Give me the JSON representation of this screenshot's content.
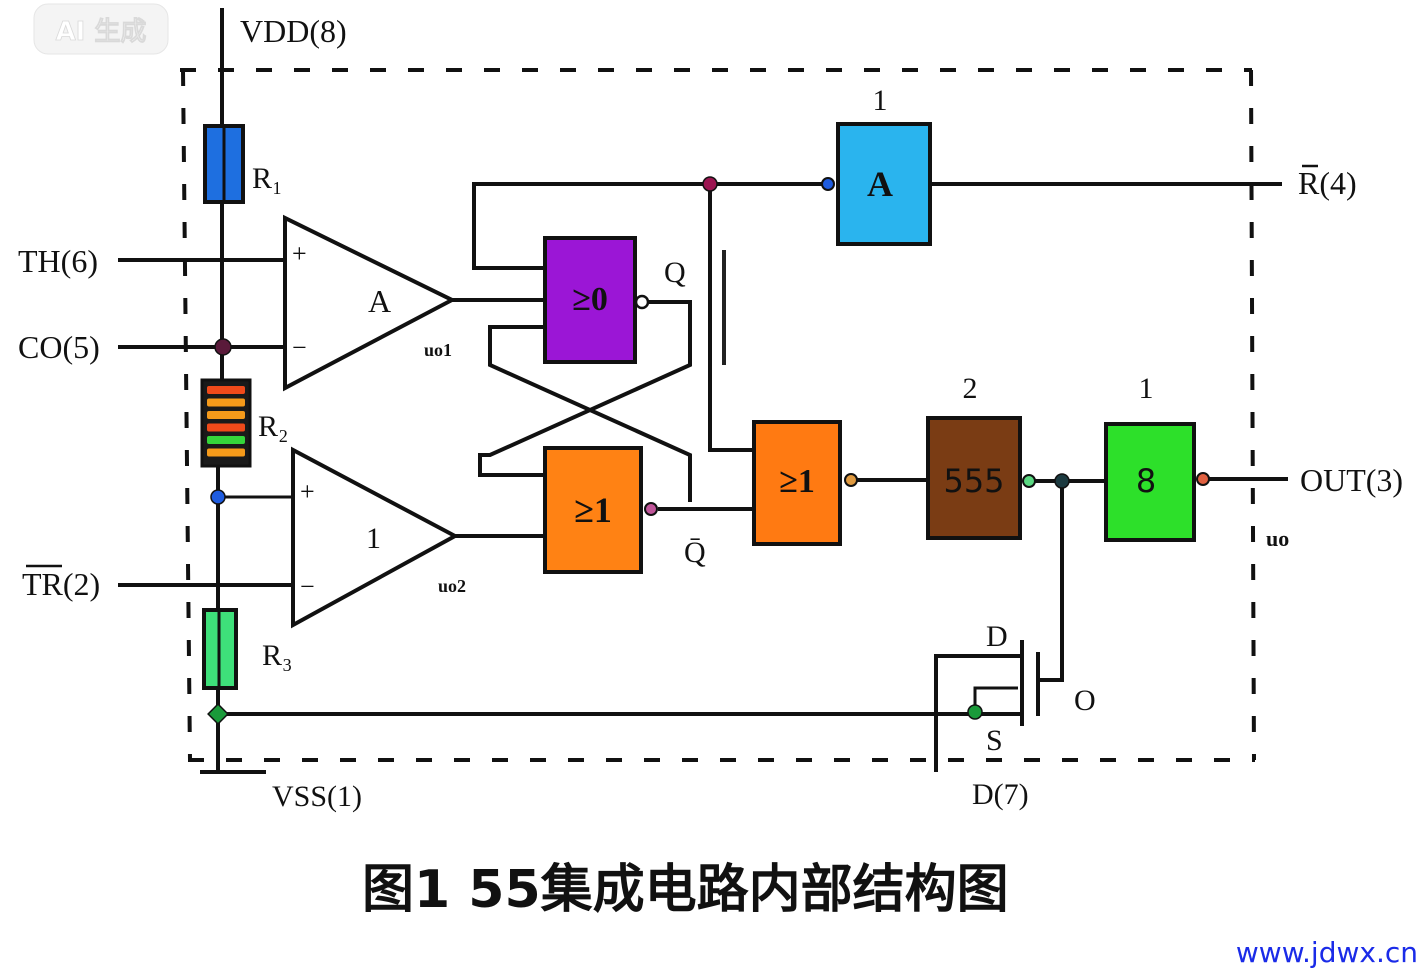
{
  "watermark": {
    "label": "AI 生成"
  },
  "pins": {
    "vdd": "VDD(8)",
    "th": "TH(6)",
    "co": "CO(5)",
    "tr": "TR(2)",
    "vss": "VSS(1)",
    "r_reset": "R(4)",
    "out": "OUT(3)",
    "discharge": "D(7)"
  },
  "resistors": [
    {
      "id": "R1",
      "label": "R₁",
      "color": "#1e6fe0"
    },
    {
      "id": "R2",
      "label": "R₂",
      "bands": [
        "#f04a1a",
        "#f59a1a",
        "#f59a1a",
        "#f04a1a",
        "#35d63a",
        "#f59a1a"
      ]
    },
    {
      "id": "R3",
      "label": "R₃",
      "color": "#3ee07a"
    }
  ],
  "comparators": [
    {
      "id": "upper",
      "label": "A",
      "plus": "+",
      "minus": "−",
      "output_label": "uo1"
    },
    {
      "id": "lower",
      "label": "1",
      "plus": "+",
      "minus": "−",
      "output_label": "uo2"
    }
  ],
  "gates": [
    {
      "id": "nor-upper",
      "label": "≥0",
      "color": "#9b16d6",
      "output_label": "Q"
    },
    {
      "id": "nor-lower",
      "label": "≥1",
      "color": "#ff8214",
      "output_label": "Q̄"
    },
    {
      "id": "nor-reset",
      "label": "≥1",
      "color": "#ff7a12"
    },
    {
      "id": "reset-buffer",
      "label": "A",
      "top_label": "1",
      "color": "#2ab4ee"
    },
    {
      "id": "block-555",
      "label": "555",
      "top_label": "2",
      "color": "#7a3c14"
    },
    {
      "id": "output-buffer",
      "label": "8",
      "top_label": "1",
      "color": "#2de02a"
    }
  ],
  "transistor": {
    "drain": "D",
    "source": "S",
    "gate": "O"
  },
  "output_signal_label": "uo",
  "caption": "图1  55集成电路内部结构图",
  "site": "www.jdwx.cn",
  "colors": {
    "node_r4": "#9b1450",
    "node_co": "#5a1a3a",
    "node_blue": "#1e5ce0",
    "node_green": "#1a9a3a",
    "node_dark": "#1c3a40",
    "url": "#1a2be8"
  }
}
